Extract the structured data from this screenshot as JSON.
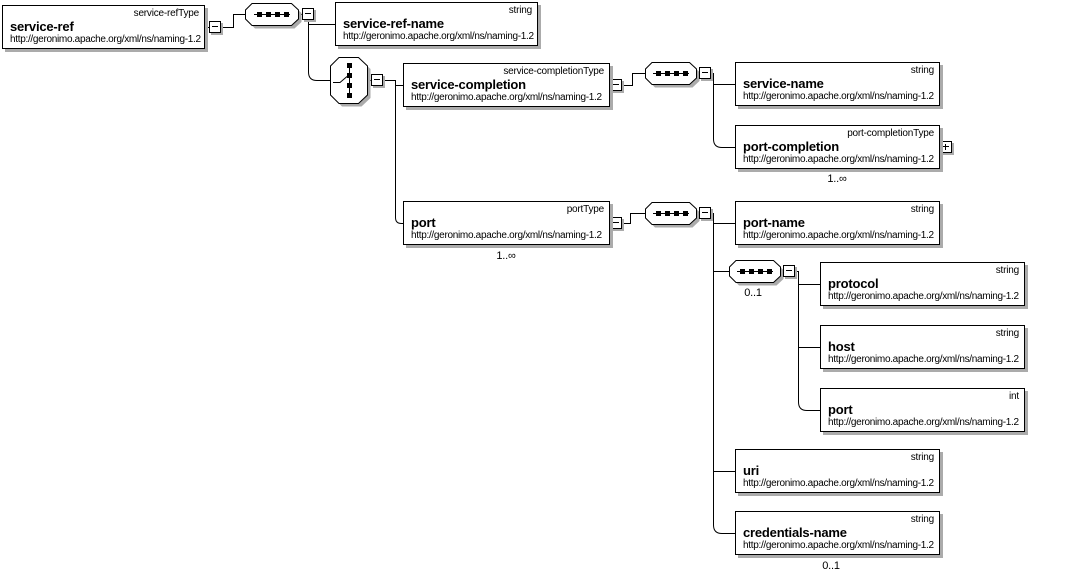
{
  "ns": "http://geronimo.apache.org/xml/ns/naming-1.2",
  "elements": {
    "service_ref": {
      "name": "service-ref",
      "type": "service-refType"
    },
    "service_ref_name": {
      "name": "service-ref-name",
      "type": "string"
    },
    "service_completion": {
      "name": "service-completion",
      "type": "service-completionType"
    },
    "service_name": {
      "name": "service-name",
      "type": "string"
    },
    "port_completion": {
      "name": "port-completion",
      "type": "port-completionType",
      "occurrence": "1..∞"
    },
    "port": {
      "name": "port",
      "type": "portType",
      "occurrence": "1..∞"
    },
    "port_name": {
      "name": "port-name",
      "type": "string"
    },
    "protocol": {
      "name": "protocol",
      "type": "string"
    },
    "host": {
      "name": "host",
      "type": "string"
    },
    "port_number": {
      "name": "port",
      "type": "int"
    },
    "uri": {
      "name": "uri",
      "type": "string"
    },
    "credentials_name": {
      "name": "credentials-name",
      "type": "string",
      "occurrence": "0..1"
    }
  },
  "compositors": {
    "root_sequence": {
      "kind": "sequence"
    },
    "choice": {
      "kind": "choice"
    },
    "service_completion_sequence": {
      "kind": "sequence"
    },
    "port_sequence": {
      "kind": "sequence"
    },
    "inner_sequence": {
      "kind": "sequence",
      "occurrence": "0..1"
    }
  },
  "icons": {
    "sequence": "sequence-compositor-icon",
    "choice": "choice-compositor-icon",
    "collapse": "minus-toggle",
    "expand": "plus-toggle"
  }
}
